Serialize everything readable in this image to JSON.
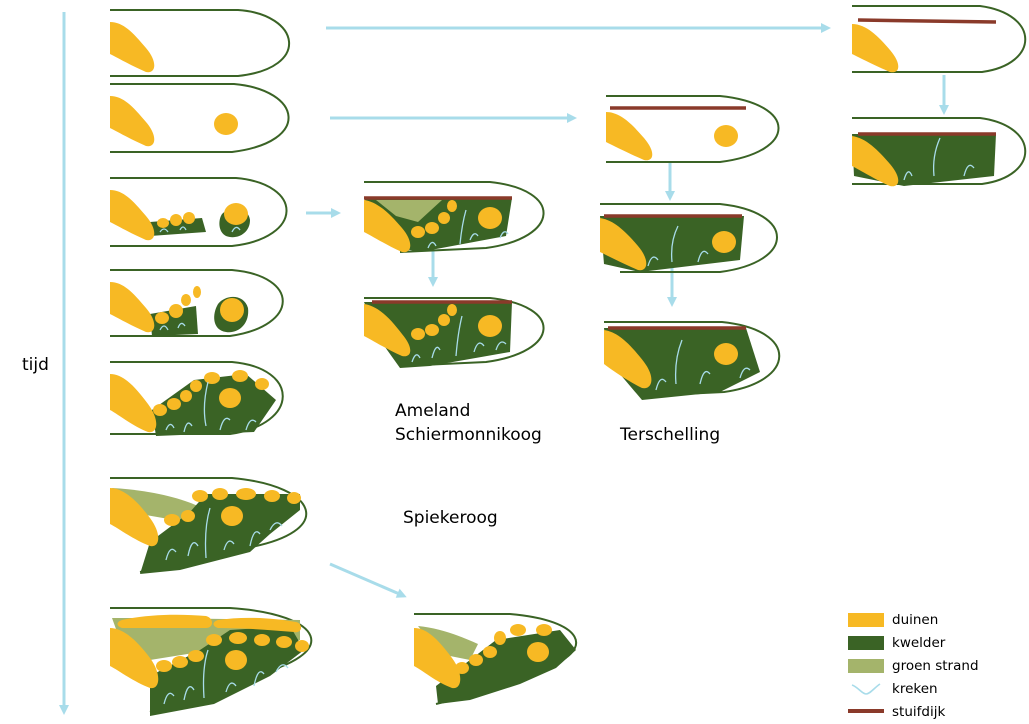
{
  "axis": {
    "label": "tijd"
  },
  "islands": {
    "ameland": "Ameland",
    "schiermonnikoog": "Schiermonnikoog",
    "terschelling": "Terschelling",
    "spiekeroog": "Spiekeroog"
  },
  "legend": [
    {
      "key": "dunes",
      "label": "duinen"
    },
    {
      "key": "marsh",
      "label": "kwelder"
    },
    {
      "key": "green",
      "label": "groen strand"
    },
    {
      "key": "creek",
      "label": "kreken"
    },
    {
      "key": "dike",
      "label": "stuifdijk"
    }
  ],
  "colors": {
    "dunes": "#f7b924",
    "marsh": "#3a6325",
    "green_beach": "#a4b46b",
    "creek": "#a8dcea",
    "dike": "#8a3a2a",
    "arrow": "#a8dcea",
    "outline": "#3a6325"
  }
}
